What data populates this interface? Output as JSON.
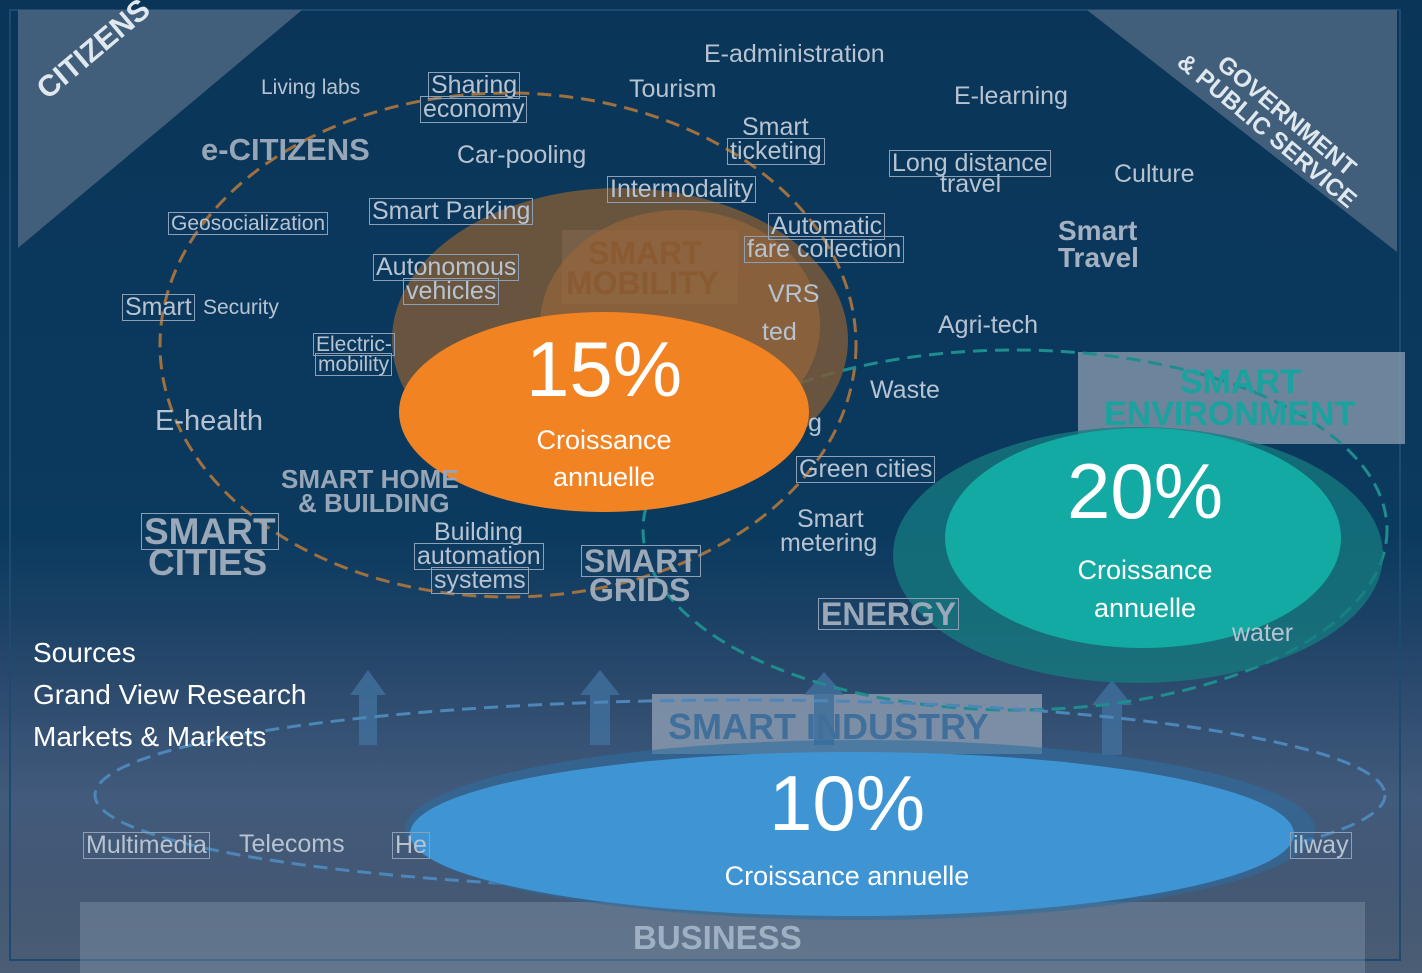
{
  "corners": {
    "citizens": "CITIZENS",
    "gov_line1": "GOVERNMENT",
    "gov_line2": "& PUBLIC SERVICE"
  },
  "labels": {
    "e_administration": "E-administration",
    "living_labs": "Living labs",
    "sharing1": "Sharing",
    "sharing2": "economy",
    "tourism": "Tourism",
    "e_learning": "E-learning",
    "smart_ticketing1": "Smart",
    "smart_ticketing2": "ticketing",
    "e_citizens": "e-CITIZENS",
    "car_pooling": "Car-pooling",
    "long_distance1": "Long distance",
    "long_distance2": "travel",
    "culture": "Culture",
    "intermodality": "Intermodality",
    "geosocialization": "Geosocialization",
    "smart_parking": "Smart Parking",
    "automatic1": "Automatic",
    "automatic2": "fare collection",
    "smart_travel1": "Smart",
    "smart_travel2": "Travel",
    "autonomous1": "Autonomous",
    "autonomous2": "vehicles",
    "vrs": "VRS",
    "smart_security_a": "Smart",
    "smart_security_b": "Security",
    "agri_tech": "Agri-tech",
    "electric1": "Electric-",
    "electric2": "mobility",
    "connected_partial": "ted",
    "waste": "Waste",
    "e_health": "E-health",
    "g_partial": "g",
    "green_cities": "Green cities",
    "smart_home1": "SMART HOME",
    "smart_home2": "& BUILDING",
    "smart_cities1": "SMART",
    "smart_cities2": "CITIES",
    "building1": "Building",
    "building2": "automation",
    "building3": "systems",
    "smart_grids1": "SMART",
    "smart_grids2": "GRIDS",
    "smart_metering1": "Smart",
    "smart_metering2": "metering",
    "energy": "ENERGY",
    "water_partial": "water",
    "smart_industry": "SMART INDUSTRY",
    "multimedia": "Multimedia",
    "telecoms": "Telecoms",
    "he_partial": "He",
    "railway_partial": "ilway",
    "business": "BUSINESS"
  },
  "clusters": {
    "mobility1": "SMART",
    "mobility2": "MOBILITY",
    "environment1": "SMART",
    "environment2": "ENVIRONMENT"
  },
  "growth": {
    "mobility": {
      "value": "15%",
      "label1": "Croissance",
      "label2": "annuelle"
    },
    "environment": {
      "value": "20%",
      "label1": "Croissance",
      "label2": "annuelle"
    },
    "industry": {
      "value": "10%",
      "label": "Croissance annuelle"
    }
  },
  "sources": {
    "heading": "Sources",
    "item1": "Grand View Research",
    "item2": "Markets & Markets"
  },
  "colors": {
    "orange": "#f28323",
    "teal": "#13aaa3",
    "blue": "#3f95d4",
    "bronze": "#7a5a3a"
  }
}
